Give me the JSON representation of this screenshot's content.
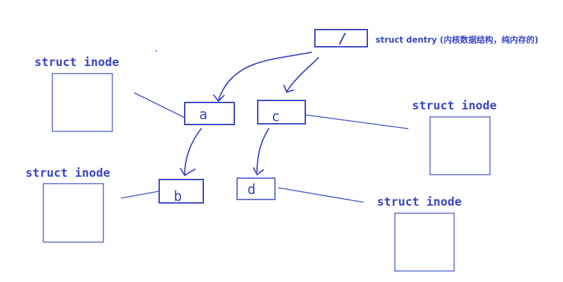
{
  "root_label": "/",
  "dentry_caption": "struct dentry (内核数据结构，纯内存的)",
  "inode_caption": "struct inode",
  "nodes": {
    "a": "a",
    "b": "b",
    "c": "c",
    "d": "d"
  },
  "colors": {
    "ink": "#3a45c4",
    "background": "#ffffff"
  }
}
